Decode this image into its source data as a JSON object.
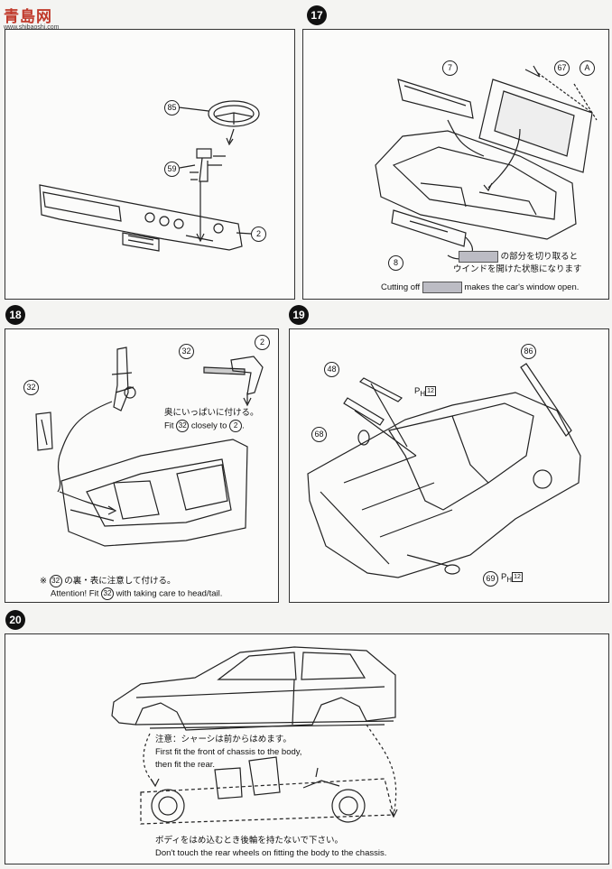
{
  "watermark": {
    "brand": "青島网",
    "domain": "www.shibaoshi.com"
  },
  "steps": {
    "s16": {
      "parts": {
        "p85": "85",
        "p59": "59",
        "p2": "2"
      }
    },
    "s17": {
      "number": "17",
      "parts": {
        "p7": "7",
        "p67": "67",
        "pA": "A",
        "p8": "8"
      },
      "note_jp_1": "の部分を切り取ると",
      "note_jp_2": "ウインドを開けた状態になります",
      "note_en_pre": "Cutting off",
      "note_en_post": "makes the car's window open."
    },
    "s18": {
      "number": "18",
      "parts": {
        "p32a": "32",
        "p32b": "32",
        "p2": "2"
      },
      "fit_jp": "奥にいっぱいに付ける。",
      "fit_en_pre": "Fit",
      "fit_en_mid": "closely to",
      "fit_en_end": ".",
      "fit_ref_32": "32",
      "fit_ref_2": "2",
      "attn_jp_prefix": "※",
      "attn_jp_ref": "32",
      "attn_jp_text": "の裏・表に注意して付ける。",
      "attn_en_pre": "Attention!  Fit",
      "attn_en_ref": "32",
      "attn_en_post": "with taking care to head/tail."
    },
    "s19": {
      "number": "19",
      "parts": {
        "p86": "86",
        "p48": "48",
        "p68": "68",
        "p69": "69"
      },
      "ph_label": "P",
      "ph_sub": "H",
      "ph_num": "12"
    },
    "s20": {
      "number": "20",
      "note1_jp": "注意：シャーシは前からはめます。",
      "note1_en1": "First fit the front of chassis to the body,",
      "note1_en2": "then fit the rear.",
      "note2_jp": "ボディをはめ込むとき後輪を持たないで下さい。",
      "note2_en": "Don't touch the rear wheels on fitting the body to the chassis."
    }
  }
}
